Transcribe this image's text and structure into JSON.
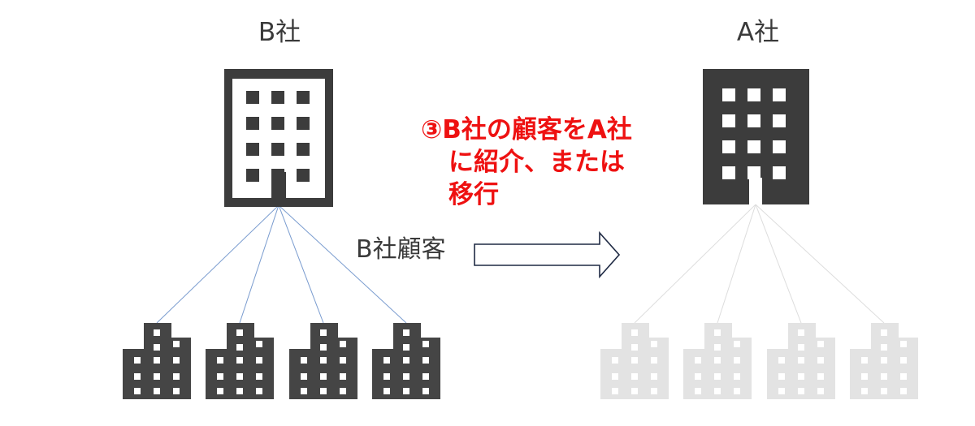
{
  "diagram": {
    "company_b": {
      "label": "B社",
      "color": "#3c3c3c"
    },
    "company_a": {
      "label": "A社",
      "color": "#3c3c3c"
    },
    "customers_b": {
      "count": 4,
      "color": "#454545",
      "line_color": "#7a9ccf"
    },
    "customers_a": {
      "count": 4,
      "color": "#e3e3e3",
      "line_color": "#dddddd"
    },
    "transfer": {
      "label": "B社顧客",
      "arrow_stroke": "#1f2a44"
    },
    "note": {
      "number": "③",
      "line1": "B社の顧客をA社",
      "line2": "に紹介、または",
      "line3": "移行",
      "color": "#ee1111"
    }
  }
}
